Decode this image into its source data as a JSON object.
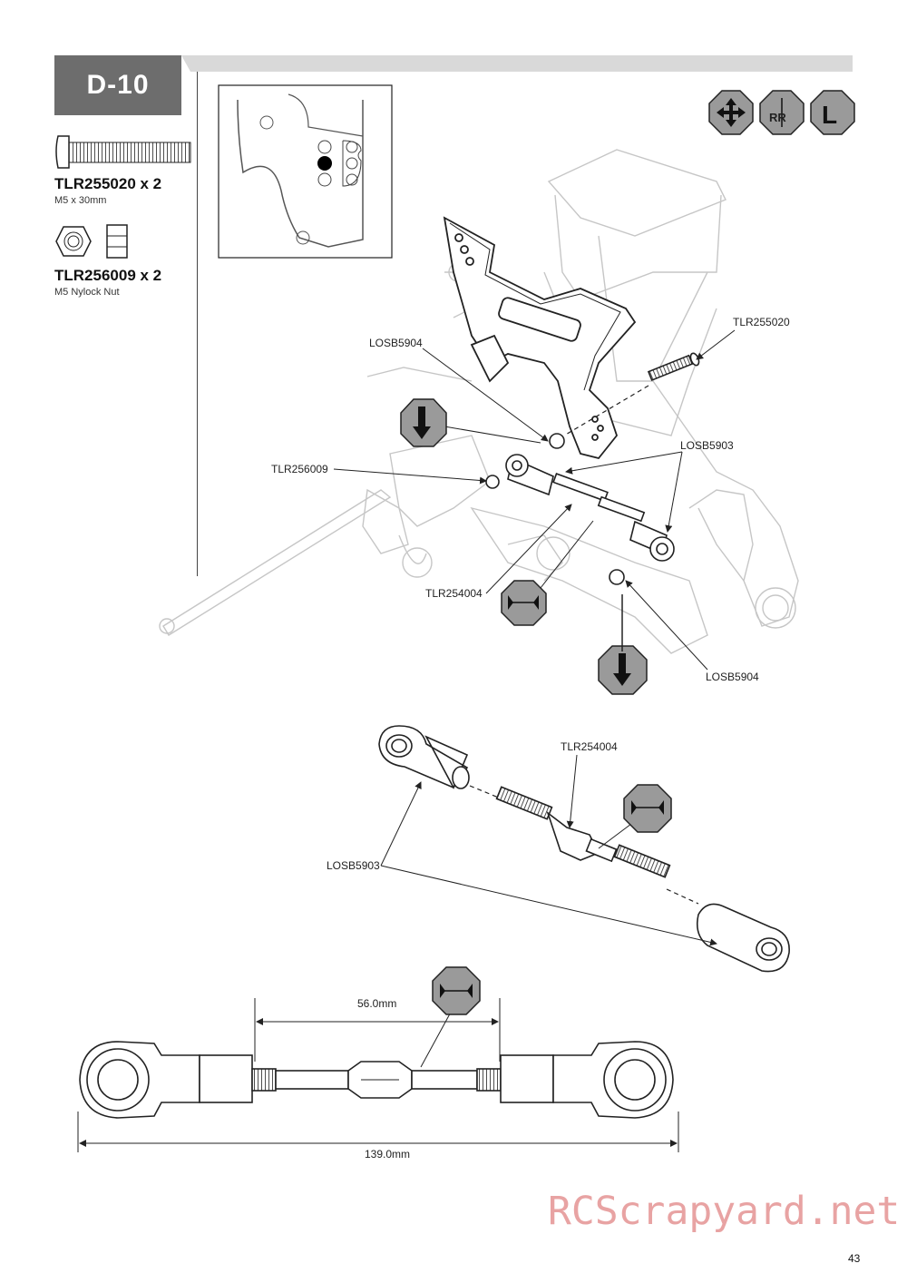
{
  "step": {
    "title": "D-10"
  },
  "parts": [
    {
      "number": "TLR255020 x 2",
      "description": "M5 x 30mm"
    },
    {
      "number": "TLR256009 x 2",
      "description": "M5 Nylock Nut"
    }
  ],
  "callouts": {
    "losb5904_top": "LOSB5904",
    "tlr255020": "TLR255020",
    "losb5903_top": "LOSB5903",
    "tlr256009": "TLR256009",
    "tlr254004_main": "TLR254004",
    "losb5904_bottom": "LOSB5904",
    "tlr254004_detail": "TLR254004",
    "losb5903_detail": "LOSB5903"
  },
  "dimensions": {
    "inner": "56.0mm",
    "overall": "139.0mm"
  },
  "icons": [
    "move-arrows-icon",
    "left-right-icon",
    "left-side-icon",
    "tighten-down-icon",
    "adjust-length-icon"
  ],
  "watermark": "RCScrapyard.net",
  "page_number": "43"
}
